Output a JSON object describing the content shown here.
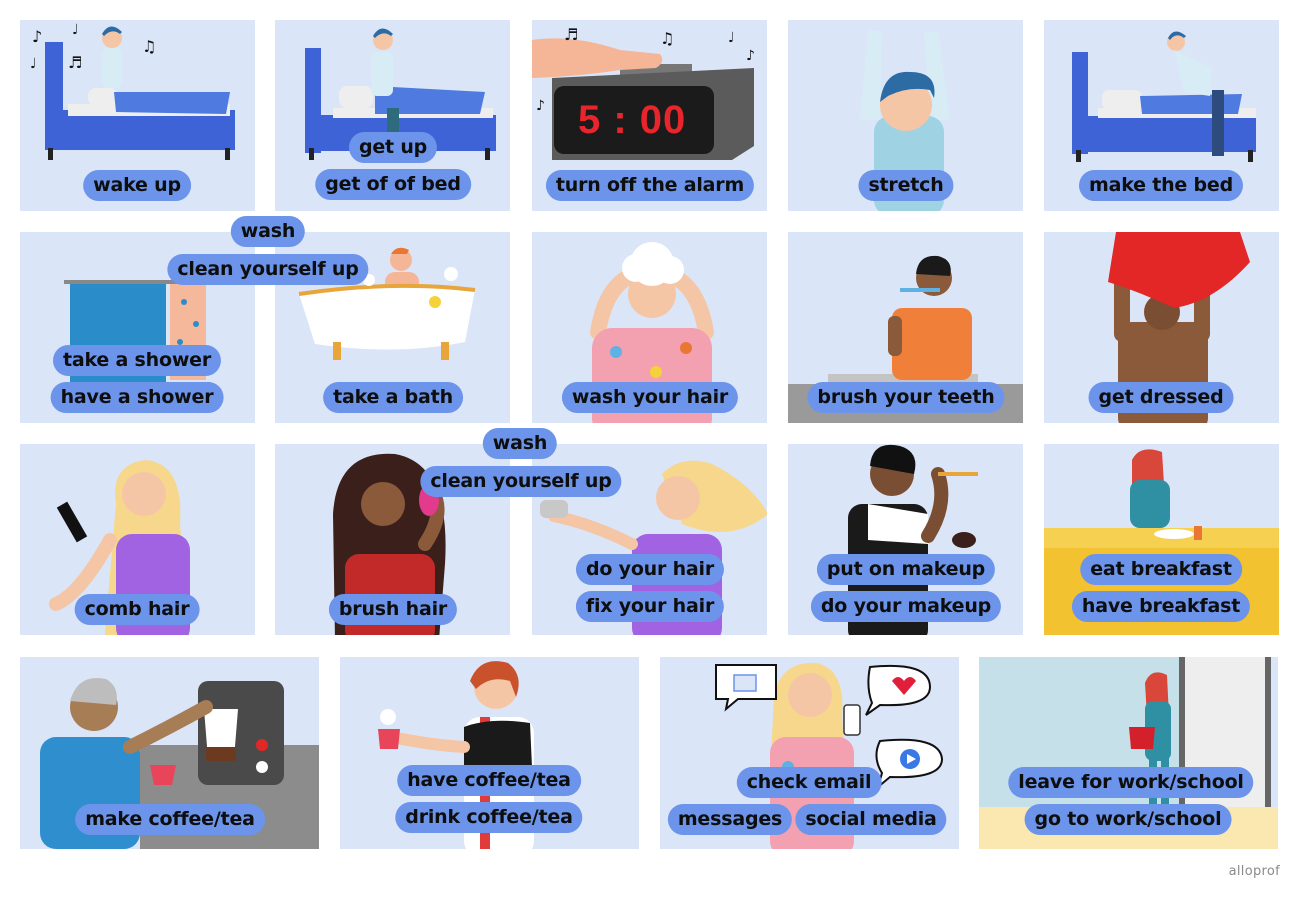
{
  "colors": {
    "card_bg": "#dbe5f8",
    "pill_bg": "#6b94ea",
    "pill_text": "#0e0e0e",
    "bed_blue": "#3d63d6",
    "skin": "#f5c6a5"
  },
  "cards": {
    "wake_up": {
      "labels": [
        "wake up"
      ],
      "icons": [
        "bed-icon",
        "music-notes-icon"
      ]
    },
    "get_up": {
      "labels": [
        "get up",
        "get of of bed"
      ],
      "icons": [
        "bed-icon"
      ]
    },
    "alarm": {
      "labels": [
        "turn off the alarm"
      ],
      "clock": "5 : 00",
      "icons": [
        "alarm-clock-icon",
        "music-notes-icon"
      ]
    },
    "stretch": {
      "labels": [
        "stretch"
      ]
    },
    "make_bed": {
      "labels": [
        "make the bed"
      ],
      "icons": [
        "bed-icon"
      ]
    },
    "shower": {
      "labels": [
        "take a shower",
        "have a shower"
      ],
      "icons": [
        "shower-curtain-icon"
      ]
    },
    "bath": {
      "labels": [
        "wash",
        "clean yourself up",
        "take a bath"
      ],
      "icons": [
        "bathtub-icon",
        "rubber-duck-icon"
      ]
    },
    "wash_hair": {
      "labels": [
        "wash your hair"
      ]
    },
    "brush_teeth": {
      "labels": [
        "brush your teeth"
      ],
      "icons": [
        "toothbrush-icon",
        "sink-icon"
      ]
    },
    "get_dressed": {
      "labels": [
        "get dressed"
      ]
    },
    "comb_hair": {
      "labels": [
        "comb hair"
      ],
      "icons": [
        "comb-icon"
      ]
    },
    "brush_hair": {
      "labels": [
        "brush hair"
      ],
      "icons": [
        "hairbrush-icon"
      ]
    },
    "do_hair": {
      "labels": [
        "wash",
        "clean yourself up",
        "do your hair",
        "fix your hair"
      ],
      "icons": [
        "hairdryer-icon"
      ]
    },
    "makeup": {
      "labels": [
        "put on makeup",
        "do your makeup"
      ],
      "icons": [
        "makeup-brush-icon",
        "compact-icon"
      ]
    },
    "breakfast": {
      "labels": [
        "eat breakfast",
        "have breakfast"
      ],
      "icons": [
        "table-icon",
        "plate-icon"
      ]
    },
    "coffee_make": {
      "labels": [
        "make coffee/tea"
      ],
      "icons": [
        "coffee-machine-icon",
        "mug-icon"
      ]
    },
    "coffee_drink": {
      "labels": [
        "have coffee/tea",
        "drink coffee/tea"
      ],
      "icons": [
        "mug-icon"
      ]
    },
    "check_email": {
      "labels": [
        "check email",
        "messages",
        "social media"
      ],
      "icons": [
        "envelope-icon",
        "heart-icon",
        "play-icon",
        "phone-icon"
      ]
    },
    "leave": {
      "labels": [
        "leave for work/school",
        "go to work/school"
      ],
      "icons": [
        "door-icon",
        "handbag-icon"
      ]
    }
  },
  "brand": "alloprof"
}
